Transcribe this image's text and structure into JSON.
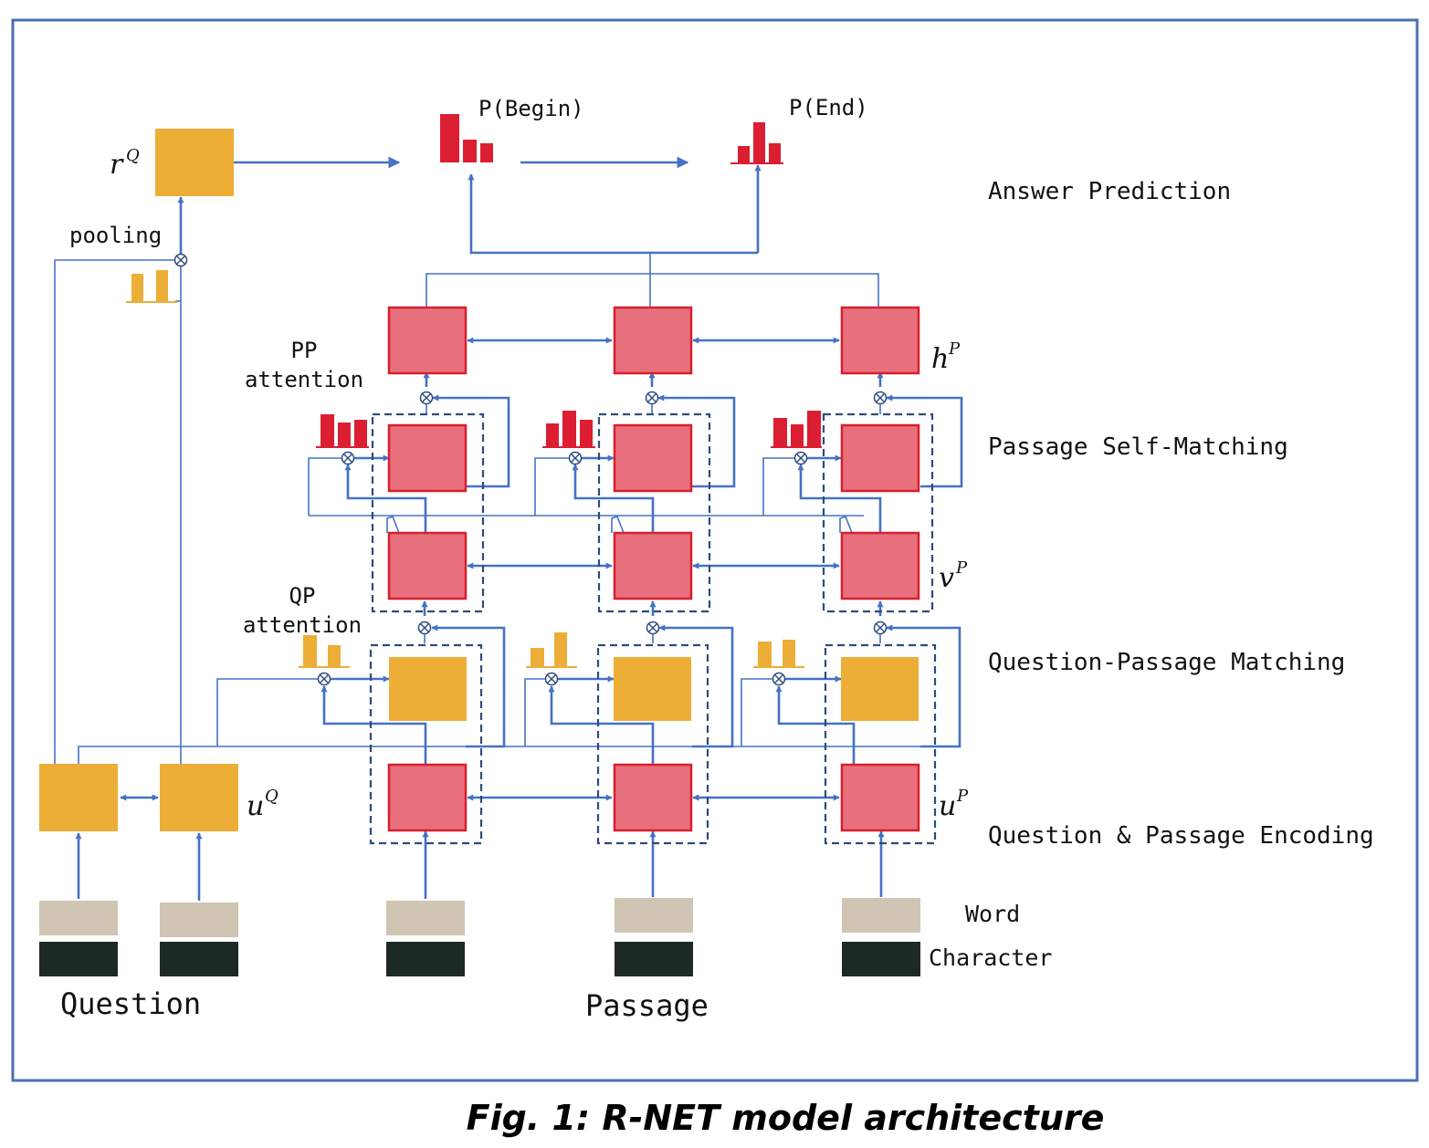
{
  "labels": {
    "p_begin": "P(Begin)",
    "p_end": "P(End)",
    "answer_prediction": "Answer Prediction",
    "pooling": "pooling",
    "pp_attention_line1": "PP",
    "pp_attention_line2": "attention",
    "passage_self_matching": "Passage Self-Matching",
    "qp_attention_line1": "QP",
    "qp_attention_line2": "attention",
    "question_passage_matching": "Question-Passage Matching",
    "question_passage_encoding": "Question & Passage Encoding",
    "word": "Word",
    "character": "Character",
    "question": "Question",
    "passage": "Passage"
  },
  "math_labels": {
    "r_q": {
      "base": "r",
      "sup": "Q"
    },
    "h_p": {
      "base": "h",
      "sup": "P"
    },
    "v_p": {
      "base": "v",
      "sup": "P"
    },
    "u_q": {
      "base": "u",
      "sup": "Q"
    },
    "u_p": {
      "base": "u",
      "sup": "P"
    }
  },
  "caption": "Fig. 1: R-NET model architecture",
  "colors": {
    "passage_cell": "#e8707d",
    "passage_cell_border": "#d81f2e",
    "question_cell": "#ecae37",
    "word_embedding": "#cfc5b2",
    "char_embedding": "#1d2a24",
    "arrow": "#4472c4",
    "dashed_group": "#2f4b7c",
    "distribution_bar": "#dc1e32"
  }
}
